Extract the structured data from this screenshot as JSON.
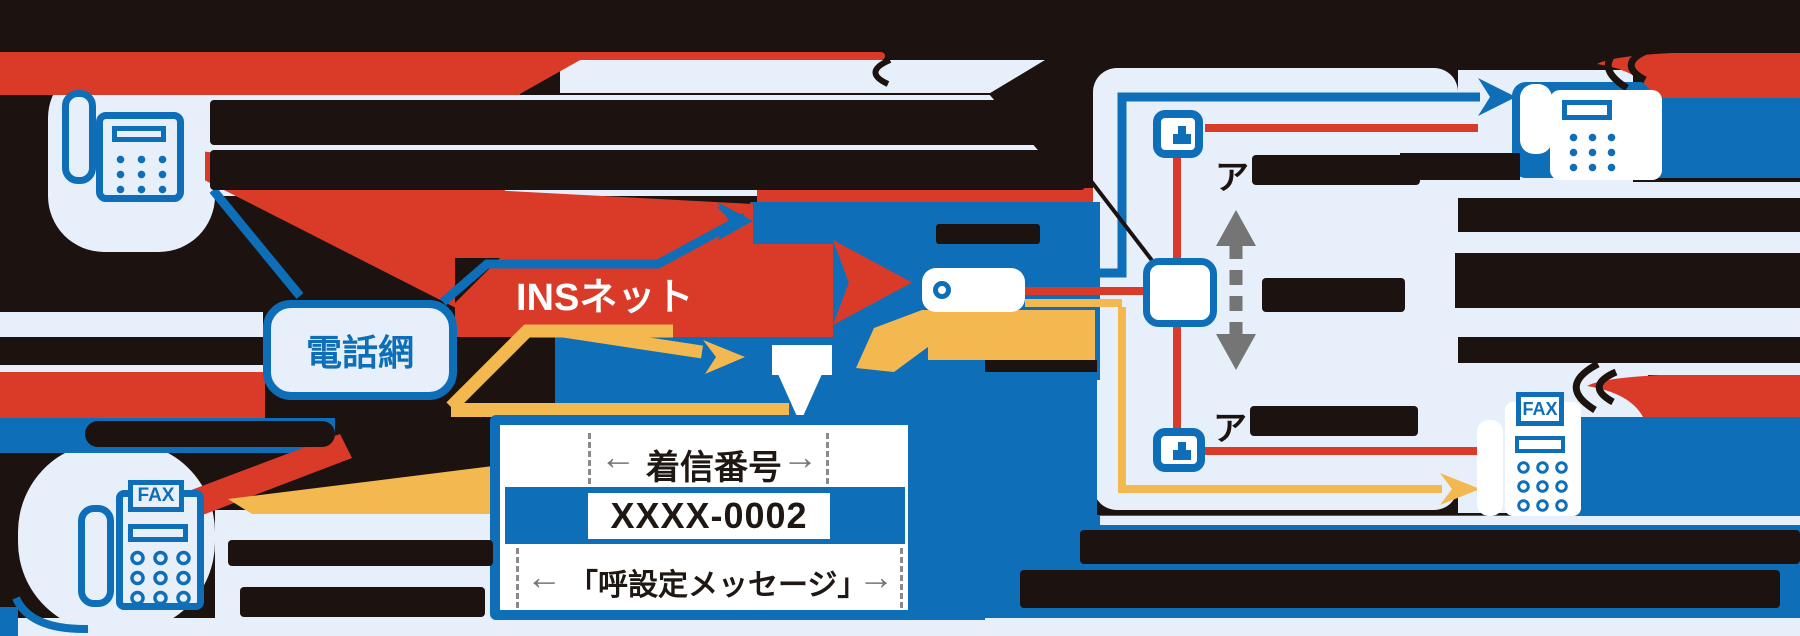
{
  "diagram": {
    "title_note": "INS-Net ISDN incoming-call wiring diagram (black background, partially redacted black text)",
    "network": {
      "ins_net_label": "INSネット",
      "telephone_network_label": "電話網"
    },
    "callout": {
      "row1_left_arrow": "←",
      "row1_title": "着信番号",
      "row1_right_arrow": "→",
      "number": "XXXX-0002",
      "row3_left_arrow": "←",
      "row3_title": "「呼設定メッセージ」",
      "row3_right_arrow": "→"
    },
    "devices": {
      "fax_label_left": "FAX",
      "fax_label_right": "FAX",
      "analog_port1_visible_char": "ア",
      "analog_port2_visible_char": "ア"
    },
    "colors": {
      "background": "#1c1310",
      "red": "#d93b28",
      "blue": "#0e6eb8",
      "light_blue": "#e7f0fa",
      "yellow": "#f3b84f",
      "gray": "#757575",
      "white": "#ffffff"
    }
  }
}
